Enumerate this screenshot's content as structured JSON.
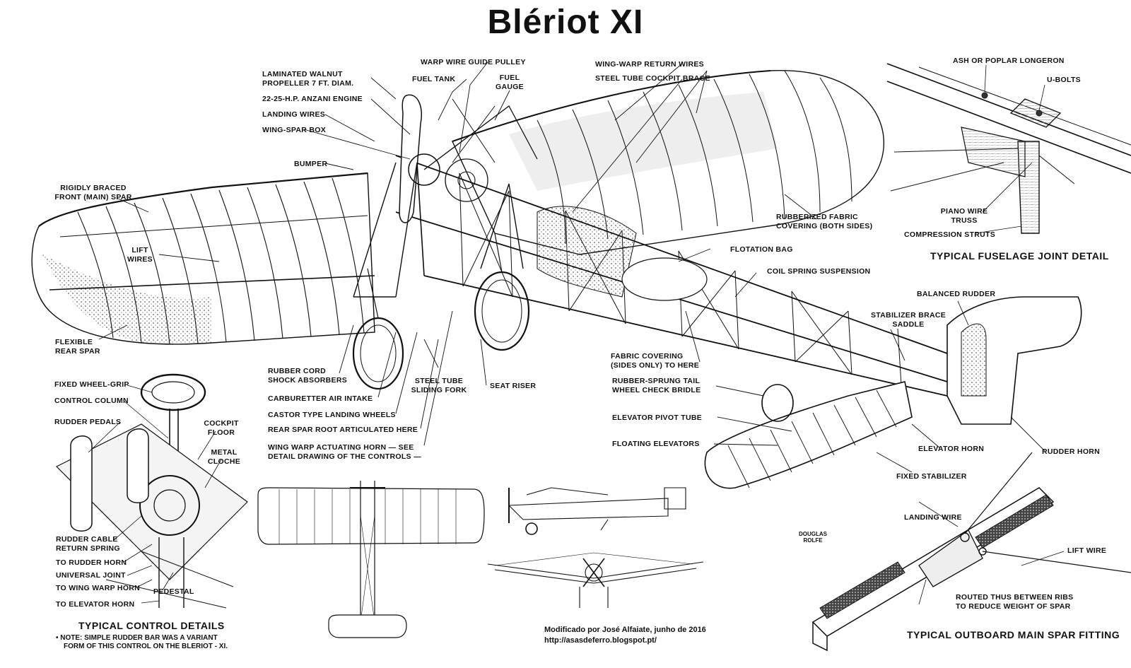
{
  "title": "Blériot XI",
  "labels": {
    "warp_wire_guide_pulley": "WARP WIRE GUIDE PULLEY",
    "fuel_tank": "FUEL TANK",
    "fuel_gauge_1": "FUEL",
    "fuel_gauge_2": "GAUGE",
    "wing_warp_return_wires": "WING-WARP RETURN WIRES",
    "steel_tube_cockpit_brace": "STEEL TUBE COCKPIT BRACE",
    "laminated_walnut_1": "LAMINATED WALNUT",
    "laminated_walnut_2": "PROPELLER 7 FT. DIAM.",
    "anzani_engine": "22-25-H.P. ANZANI ENGINE",
    "landing_wires": "LANDING WIRES",
    "wing_spar_box": "WING-SPAR BOX",
    "bumper": "BUMPER",
    "rigidly_braced_1": "RIGIDLY BRACED",
    "rigidly_braced_2": "FRONT (MAIN) SPAR",
    "lift_wires_1": "LIFT",
    "lift_wires_2": "WIRES",
    "flexible_rear_spar_1": "FLEXIBLE",
    "flexible_rear_spar_2": "REAR SPAR",
    "rubberized_fabric_1": "RUBBERIZED FABRIC",
    "rubberized_fabric_2": "COVERING (BOTH SIDES)",
    "flotation_bag": "FLOTATION BAG",
    "coil_spring": "COIL SPRING SUSPENSION",
    "balanced_rudder": "BALANCED RUDDER",
    "stabilizer_brace_1": "STABILIZER BRACE",
    "stabilizer_brace_2": "SADDLE",
    "fabric_covering_1": "FABRIC COVERING",
    "fabric_covering_2": "(SIDES ONLY) TO HERE",
    "rubber_sprung_1": "RUBBER-SPRUNG TAIL",
    "rubber_sprung_2": "WHEEL CHECK BRIDLE",
    "elevator_pivot_tube": "ELEVATOR PIVOT TUBE",
    "floating_elevators": "FLOATING ELEVATORS",
    "elevator_horn": "ELEVATOR HORN",
    "rudder_horn": "RUDDER HORN",
    "fixed_stabilizer": "FIXED STABILIZER",
    "rubber_cord_1": "RUBBER CORD",
    "rubber_cord_2": "SHOCK ABSORBERS",
    "carburetter": "CARBURETTER AIR INTAKE",
    "castor_wheels": "CASTOR TYPE LANDING WHEELS",
    "rear_spar_root": "REAR SPAR ROOT ARTICULATED HERE",
    "wing_warp_horn_1": "WING WARP ACTUATING HORN — SEE",
    "wing_warp_horn_2": "DETAIL DRAWING OF THE CONTROLS —",
    "steel_tube_fork_1": "STEEL TUBE",
    "steel_tube_fork_2": "SLIDING FORK",
    "seat_riser": "SEAT RISER",
    "ash_longeron": "ASH OR POPLAR LONGERON",
    "u_bolts": "U-BOLTS",
    "piano_wire_1": "PIANO WIRE",
    "piano_wire_2": "TRUSS",
    "compression_struts": "COMPRESSION STRUTS",
    "fixed_wheel_grip": "FIXED WHEEL-GRIP",
    "control_column": "CONTROL COLUMN",
    "rudder_pedals": "RUDDER PEDALS",
    "cockpit_floor_1": "COCKPIT",
    "cockpit_floor_2": "FLOOR",
    "metal_cloche_1": "METAL",
    "metal_cloche_2": "CLOCHE",
    "rudder_cable_1": "RUDDER CABLE",
    "rudder_cable_2": "RETURN SPRING",
    "to_rudder_horn": "TO RUDDER HORN",
    "universal_joint": "UNIVERSAL JOINT",
    "to_wing_warp_horn": "TO WING WARP HORN",
    "pedestal": "PEDESTAL",
    "to_elevator_horn": "TO ELEVATOR HORN",
    "landing_wire": "LANDING WIRE",
    "lift_wire": "LIFT WIRE",
    "routed_thus_1": "ROUTED THUS BETWEEN RIBS",
    "routed_thus_2": "TO REDUCE WEIGHT OF SPAR"
  },
  "captions": {
    "fuselage_joint": "TYPICAL FUSELAGE JOINT DETAIL",
    "control_details": "TYPICAL CONTROL DETAILS",
    "outboard_spar": "TYPICAL OUTBOARD MAIN SPAR FITTING"
  },
  "note": {
    "line1": "• NOTE: SIMPLE RUDDER BAR WAS A VARIANT",
    "line2": "FORM OF THIS CONTROL ON THE BLERIOT - XI."
  },
  "signature": {
    "line1": "DOUGLAS",
    "line2": "ROLFE"
  },
  "credit": {
    "line1": "Modificado por José Alfaiate, junho de 2016",
    "line2": "http://asasdeferro.blogspot.pt/"
  }
}
